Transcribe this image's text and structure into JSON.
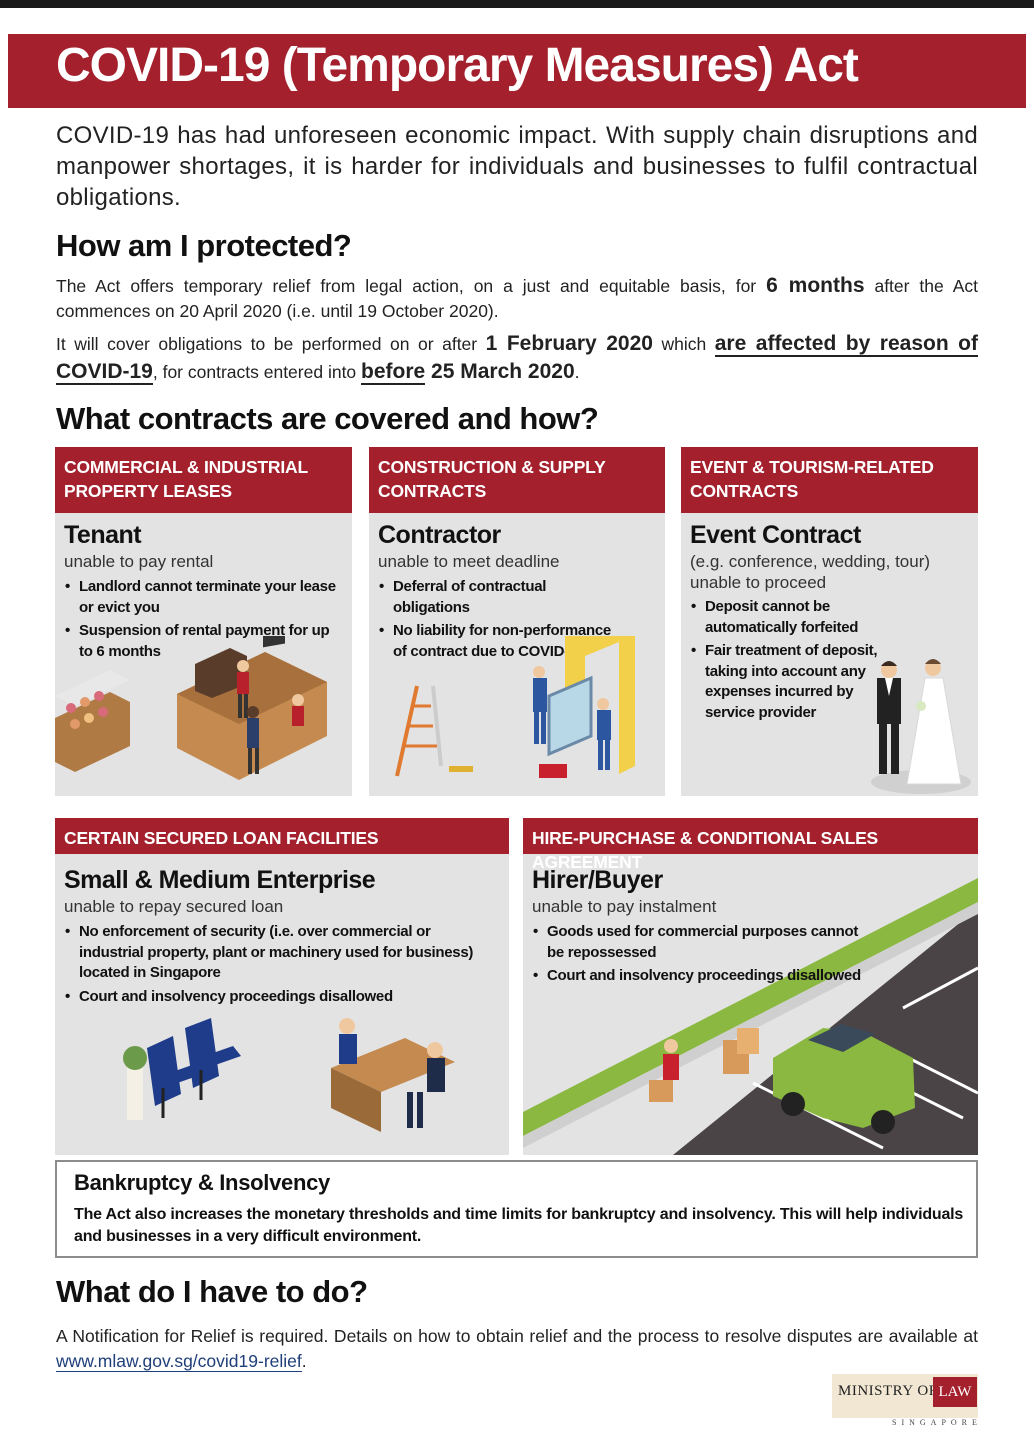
{
  "title": "COVID-19 (Temporary Measures) Act",
  "intro": "COVID-19 has had unforeseen economic impact. With supply chain disruptions and manpower shortages, it is harder for individuals and businesses to fulfil contractual obligations.",
  "protected": {
    "heading": "How am I protected?",
    "p1_a": "The Act offers temporary relief from legal action, on a just and equitable basis, for ",
    "p1_bold": "6 months",
    "p1_b": " after the Act commences on 20 April 2020 (i.e. until 19 October 2020).",
    "p2_a": "It will cover obligations to be performed on or after ",
    "p2_bold": "1 February 2020",
    "p2_b": " which ",
    "p2_underline": "are affected by reason of COVID-19",
    "p2_c": ", for contracts entered into ",
    "p2_before": "before",
    "p2_date": " 25 March 2020",
    "p2_end": "."
  },
  "contracts_heading": "What contracts are covered and how?",
  "cards": [
    {
      "header": "COMMERCIAL & INDUSTRIAL PROPERTY LEASES",
      "title": "Tenant",
      "subtitle": "unable to pay rental",
      "bullets": [
        "Landlord cannot terminate your lease or evict you",
        "Suspension of rental payment for up to 6 months"
      ]
    },
    {
      "header": "CONSTRUCTION & SUPPLY CONTRACTS",
      "title": "Contractor",
      "subtitle": "unable to meet deadline",
      "bullets": [
        "Deferral of contractual obligations",
        "No liability for non-performance of contract due to COVID-19"
      ]
    },
    {
      "header": "EVENT & TOURISM-RELATED CONTRACTS",
      "title": "Event Contract",
      "subtitle": "(e.g. conference, wedding, tour) unable to proceed",
      "bullets": [
        "Deposit cannot be automatically forfeited",
        "Fair treatment of deposit, taking into account any expenses incurred by service provider"
      ]
    },
    {
      "header": "CERTAIN SECURED LOAN FACILITIES",
      "title": "Small & Medium Enterprise",
      "subtitle": "unable to repay secured loan",
      "bullets": [
        "No enforcement of security (i.e. over commercial or industrial property, plant or machinery used for business) located in Singapore",
        "Court and insolvency proceedings disallowed"
      ]
    },
    {
      "header": "HIRE-PURCHASE & CONDITIONAL SALES AGREEMENT",
      "title": "Hirer/Buyer",
      "subtitle": "unable to pay instalment",
      "bullets": [
        "Goods used for commercial purposes cannot be repossessed",
        "Court and insolvency proceedings disallowed"
      ]
    }
  ],
  "bankruptcy": {
    "title": "Bankruptcy & Insolvency",
    "text": "The Act also increases the monetary thresholds and time limits for bankruptcy and insolvency. This will help individuals and businesses in a very difficult environment."
  },
  "todo": {
    "heading": "What do I have to do?",
    "text_a": "A Notification for Relief is required. Details on how to obtain relief and the process to resolve disputes are available at ",
    "link": "www.mlaw.gov.sg/covid19-relief",
    "text_b": "."
  },
  "logo": {
    "ministry_of": "MINISTRY OF",
    "law": "LAW",
    "singapore": "SINGAPORE"
  },
  "colors": {
    "brand_red": "#a3202c",
    "card_grey": "#e3e3e3",
    "link_blue": "#1f3f7a"
  }
}
